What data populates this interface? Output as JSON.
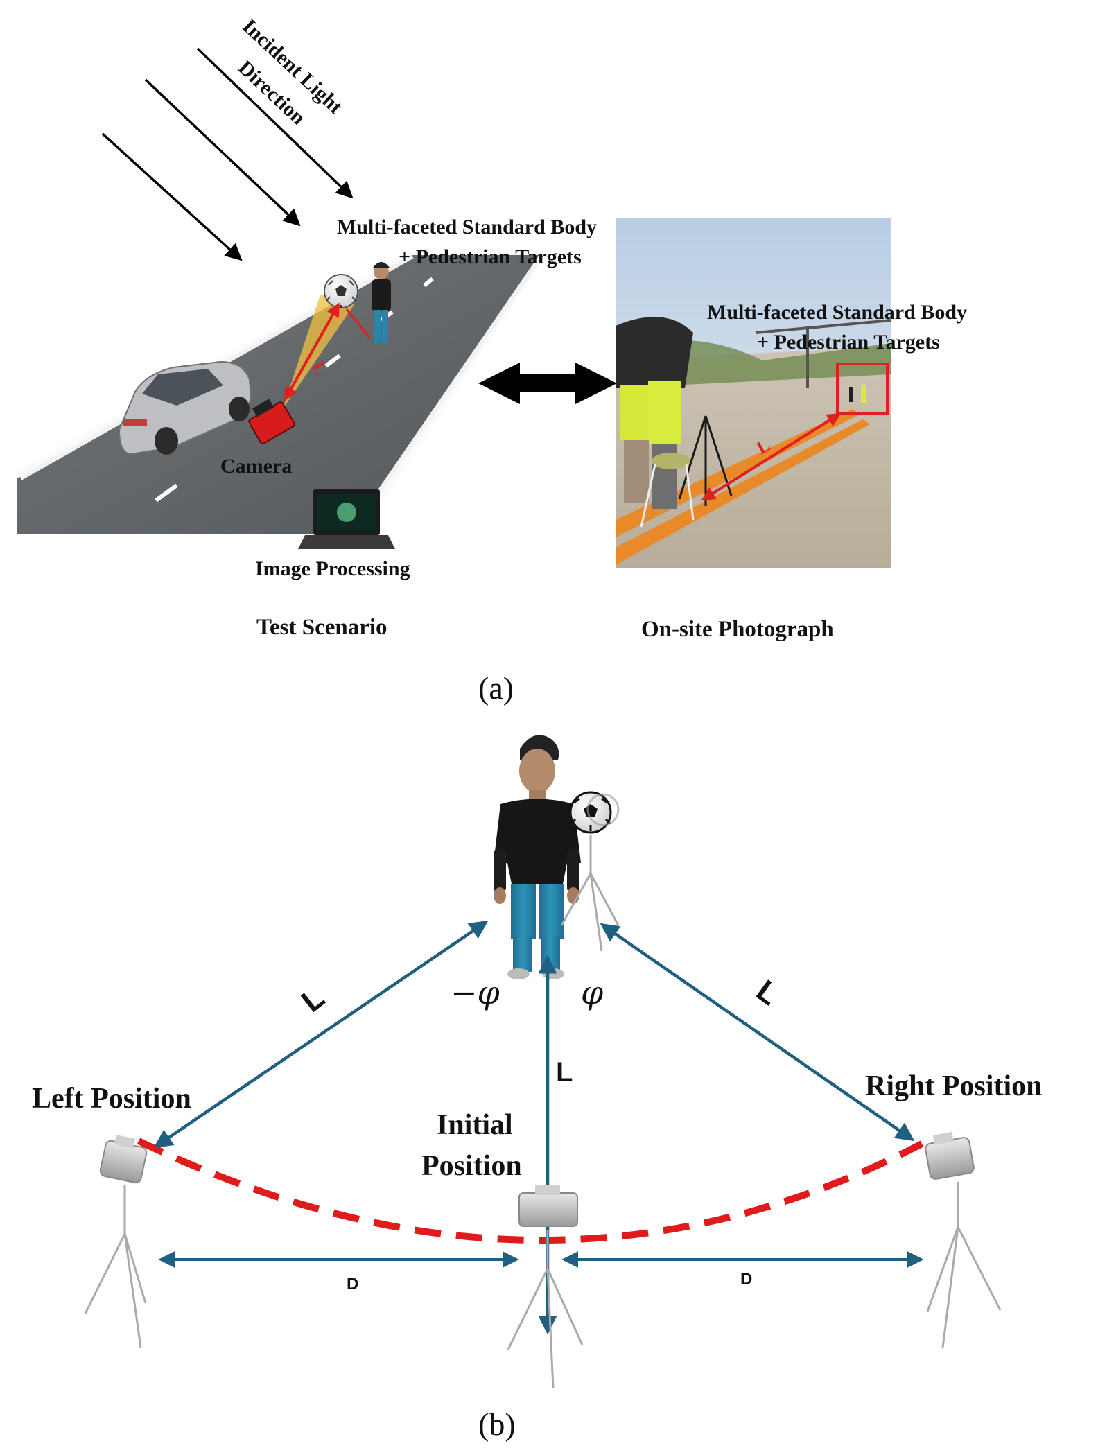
{
  "panel_a": {
    "light_label_line1": "Incident Light",
    "light_label_line2": "Direction",
    "scene_target_line1": "Multi-faceted Standard Body",
    "scene_target_line2": "+ Pedestrian Targets",
    "scene_distance": "L",
    "camera_label": "Camera",
    "processing_label": "Image Processing",
    "scenario_caption": "Test Scenario",
    "photo_target_line1": "Multi-faceted Standard Body",
    "photo_target_line2": "+ Pedestrian Targets",
    "photo_distance": "L",
    "photo_caption": "On-site Photograph",
    "panel_label": "(a)"
  },
  "panel_b": {
    "left_distance": "L",
    "center_distance": "L",
    "right_distance": "L",
    "angle_left": "−φ",
    "angle_right": "φ",
    "left_position": "Left Position",
    "initial_position_line1": "Initial",
    "initial_position_line2": "Position",
    "right_position": "Right Position",
    "spacing_left": "D",
    "spacing_right": "D",
    "panel_label": "(b)"
  },
  "colors": {
    "arrow_teal": "#1f5f80",
    "dashed_path": "#e01b1b",
    "red_marker": "#e02020",
    "road": "#606366",
    "beam": "#f0c040"
  }
}
